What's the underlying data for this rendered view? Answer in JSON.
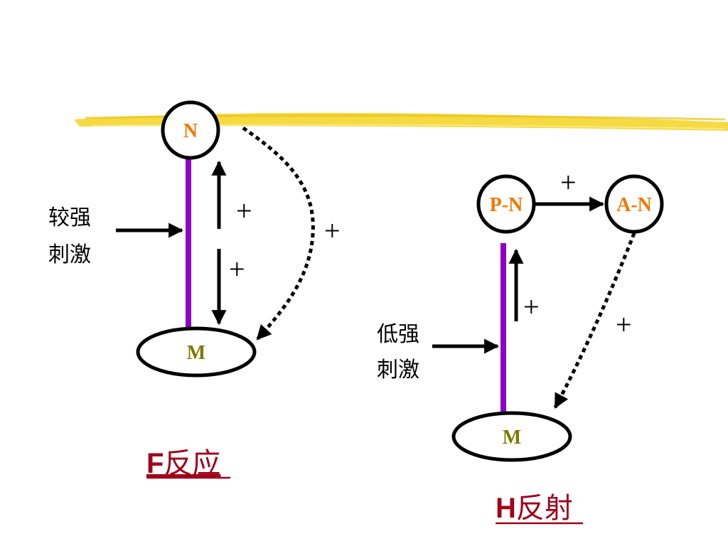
{
  "colors": {
    "highlight": "#f2d12e",
    "nerve": "#8e00c8",
    "label_orange": "#f07800",
    "label_olive": "#7a7a00",
    "title_red": "#a0001a",
    "stroke": "#000000"
  },
  "f_response": {
    "node_n": "N",
    "node_m": "M",
    "stimulus_line1": "较强",
    "stimulus_line2": "刺激",
    "plus_up": "+",
    "plus_down": "+",
    "plus_dotted": "+",
    "title_letter": "F",
    "title_rest": "反应"
  },
  "h_reflex": {
    "node_pn": "P-N",
    "node_an": "A-N",
    "node_m": "M",
    "stimulus_line1": "低强",
    "stimulus_line2": "刺激",
    "plus_top": "+",
    "plus_up": "+",
    "plus_dotted": "+",
    "title_letter": "H",
    "title_rest": "反射"
  }
}
